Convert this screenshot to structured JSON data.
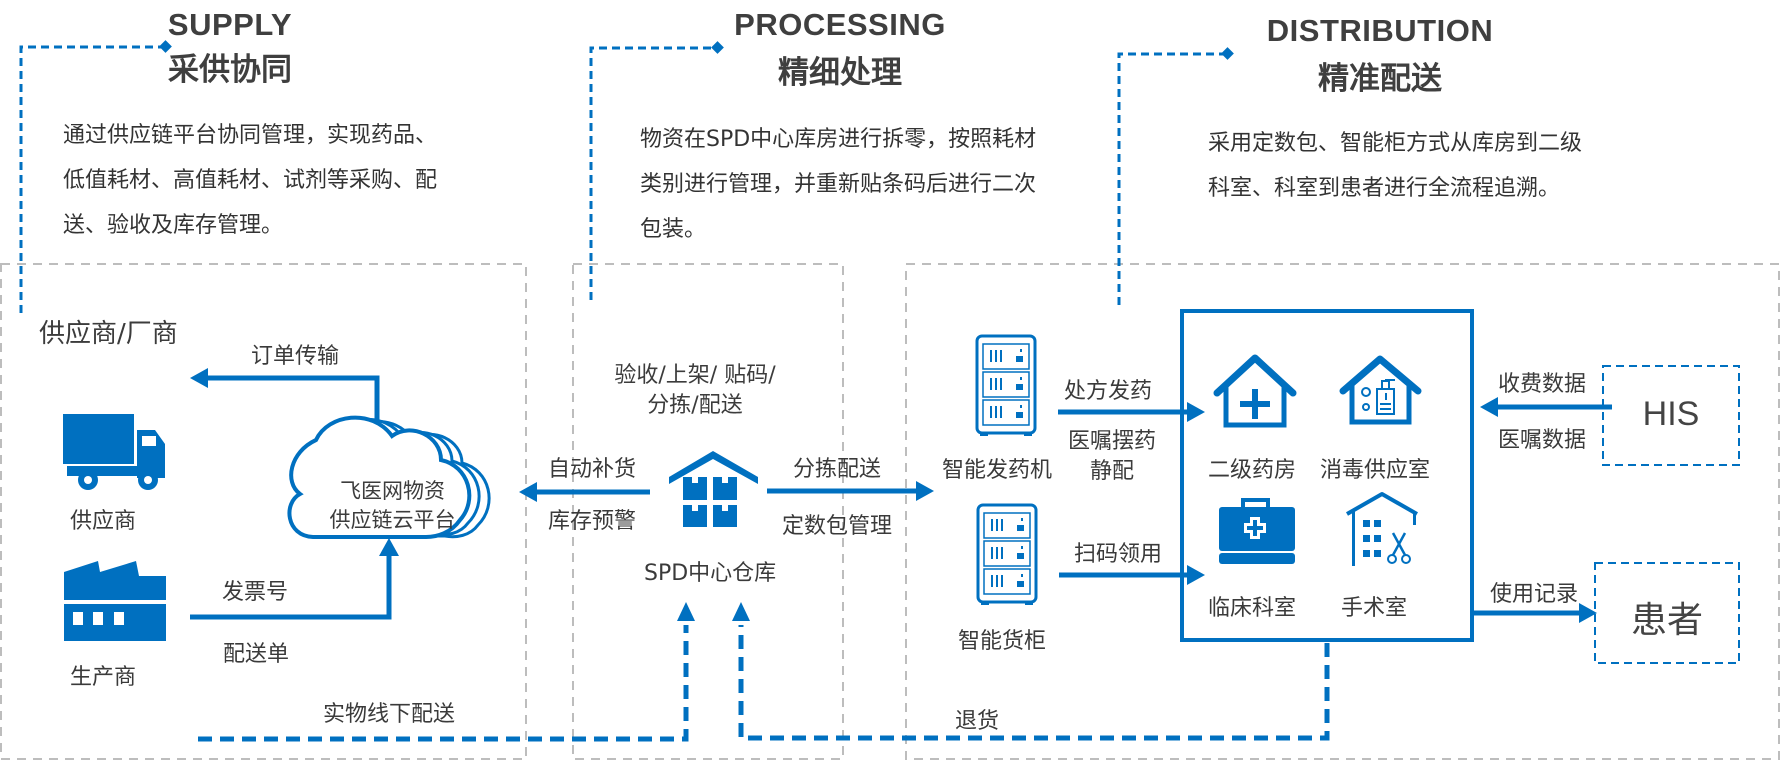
{
  "colors": {
    "accent": "#0070c0",
    "panel_border": "#bdbdbd",
    "text": "#3a3a3a"
  },
  "sections": [
    {
      "id": "supply",
      "title_en": "SUPPLY",
      "title_cn": "采供协同",
      "desc_lines": [
        "通过供应链平台协同管理，实现药品、",
        "低值耗材、高值耗材、试剂等采购、配",
        "送、验收及库存管理。"
      ]
    },
    {
      "id": "processing",
      "title_en": "PROCESSING",
      "title_cn": "精细处理",
      "desc_lines": [
        "物资在SPD中心库房进行拆零，按照耗材",
        "类别进行管理，并重新贴条码后进行二次",
        "包装。"
      ]
    },
    {
      "id": "distribution",
      "title_en": "DISTRIBUTION",
      "title_cn": "精准配送",
      "desc_lines": [
        "采用定数包、智能柜方式从库房到二级",
        "科室、科室到患者进行全流程追溯。"
      ]
    }
  ],
  "supply_panel": {
    "heading": "供应商/厂商",
    "order_label": "订单传输",
    "supplier_label": "供应商",
    "manufacturer_label": "生产商",
    "invoice_label": "发票号",
    "delivery_note_label": "配送单",
    "cloud_line1": "飞医网物资",
    "cloud_line2": "供应链云平台",
    "offline_label": "实物线下配送"
  },
  "processing_panel": {
    "steps_line1": "验收/上架/ 贴码/",
    "steps_line2": "分拣/配送",
    "replenish_label": "自动补货",
    "alert_label": "库存预警",
    "sort_label": "分拣配送",
    "package_label": "定数包管理",
    "warehouse_label": "SPD中心仓库"
  },
  "distribution_panel": {
    "dispenser_label": "智能发药机",
    "cabinet_label": "智能货柜",
    "prescription_label": "处方发药",
    "order_line1": "医嘱摆药",
    "order_line2": "静配",
    "scan_label": "扫码领用",
    "return_label": "退货",
    "departments": [
      "二级药房",
      "消毒供应室",
      "临床科室",
      "手术室"
    ],
    "his_label": "HIS",
    "billing_label": "收费数据",
    "orders_data_label": "医嘱数据",
    "patient_label": "患者",
    "usage_label": "使用记录"
  }
}
